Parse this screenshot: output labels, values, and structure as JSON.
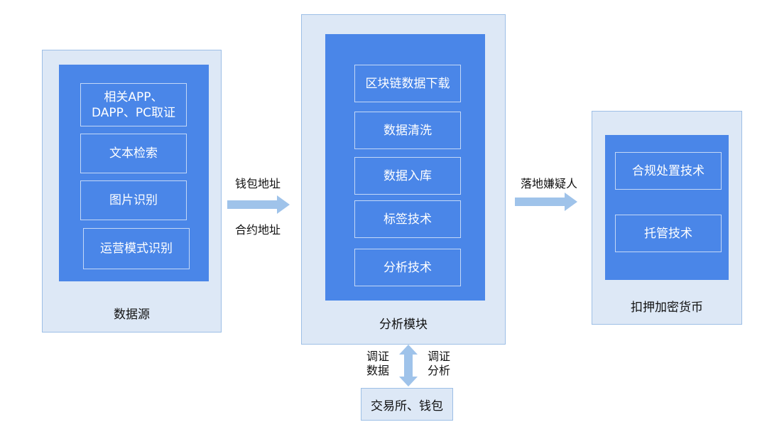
{
  "source_panel": {
    "caption": "数据源",
    "items": [
      "相关APP、\nDAPP、PC取证",
      "文本检索",
      "图片识别",
      "运营模式识别"
    ]
  },
  "analysis_panel": {
    "caption": "分析模块",
    "items": [
      "区块链数据下载",
      "数据清洗",
      "数据入库",
      "标签技术",
      "分析技术"
    ]
  },
  "seizure_panel": {
    "caption": "扣押加密货币",
    "items": [
      "合规处置技术",
      "托管技术"
    ]
  },
  "edges": {
    "source_to_analysis_top": "钱包地址",
    "source_to_analysis_bottom": "合约地址",
    "analysis_to_seizure": "落地嫌疑人",
    "vertical_left": "调证\n数据",
    "vertical_right": "调证\n分析"
  },
  "exchange_box": "交易所、钱包",
  "colors": {
    "panel_bg": "#dde8f6",
    "panel_border": "#9dbfe6",
    "inner_bg": "#4a86e8",
    "arrow": "#9fc3ea"
  }
}
